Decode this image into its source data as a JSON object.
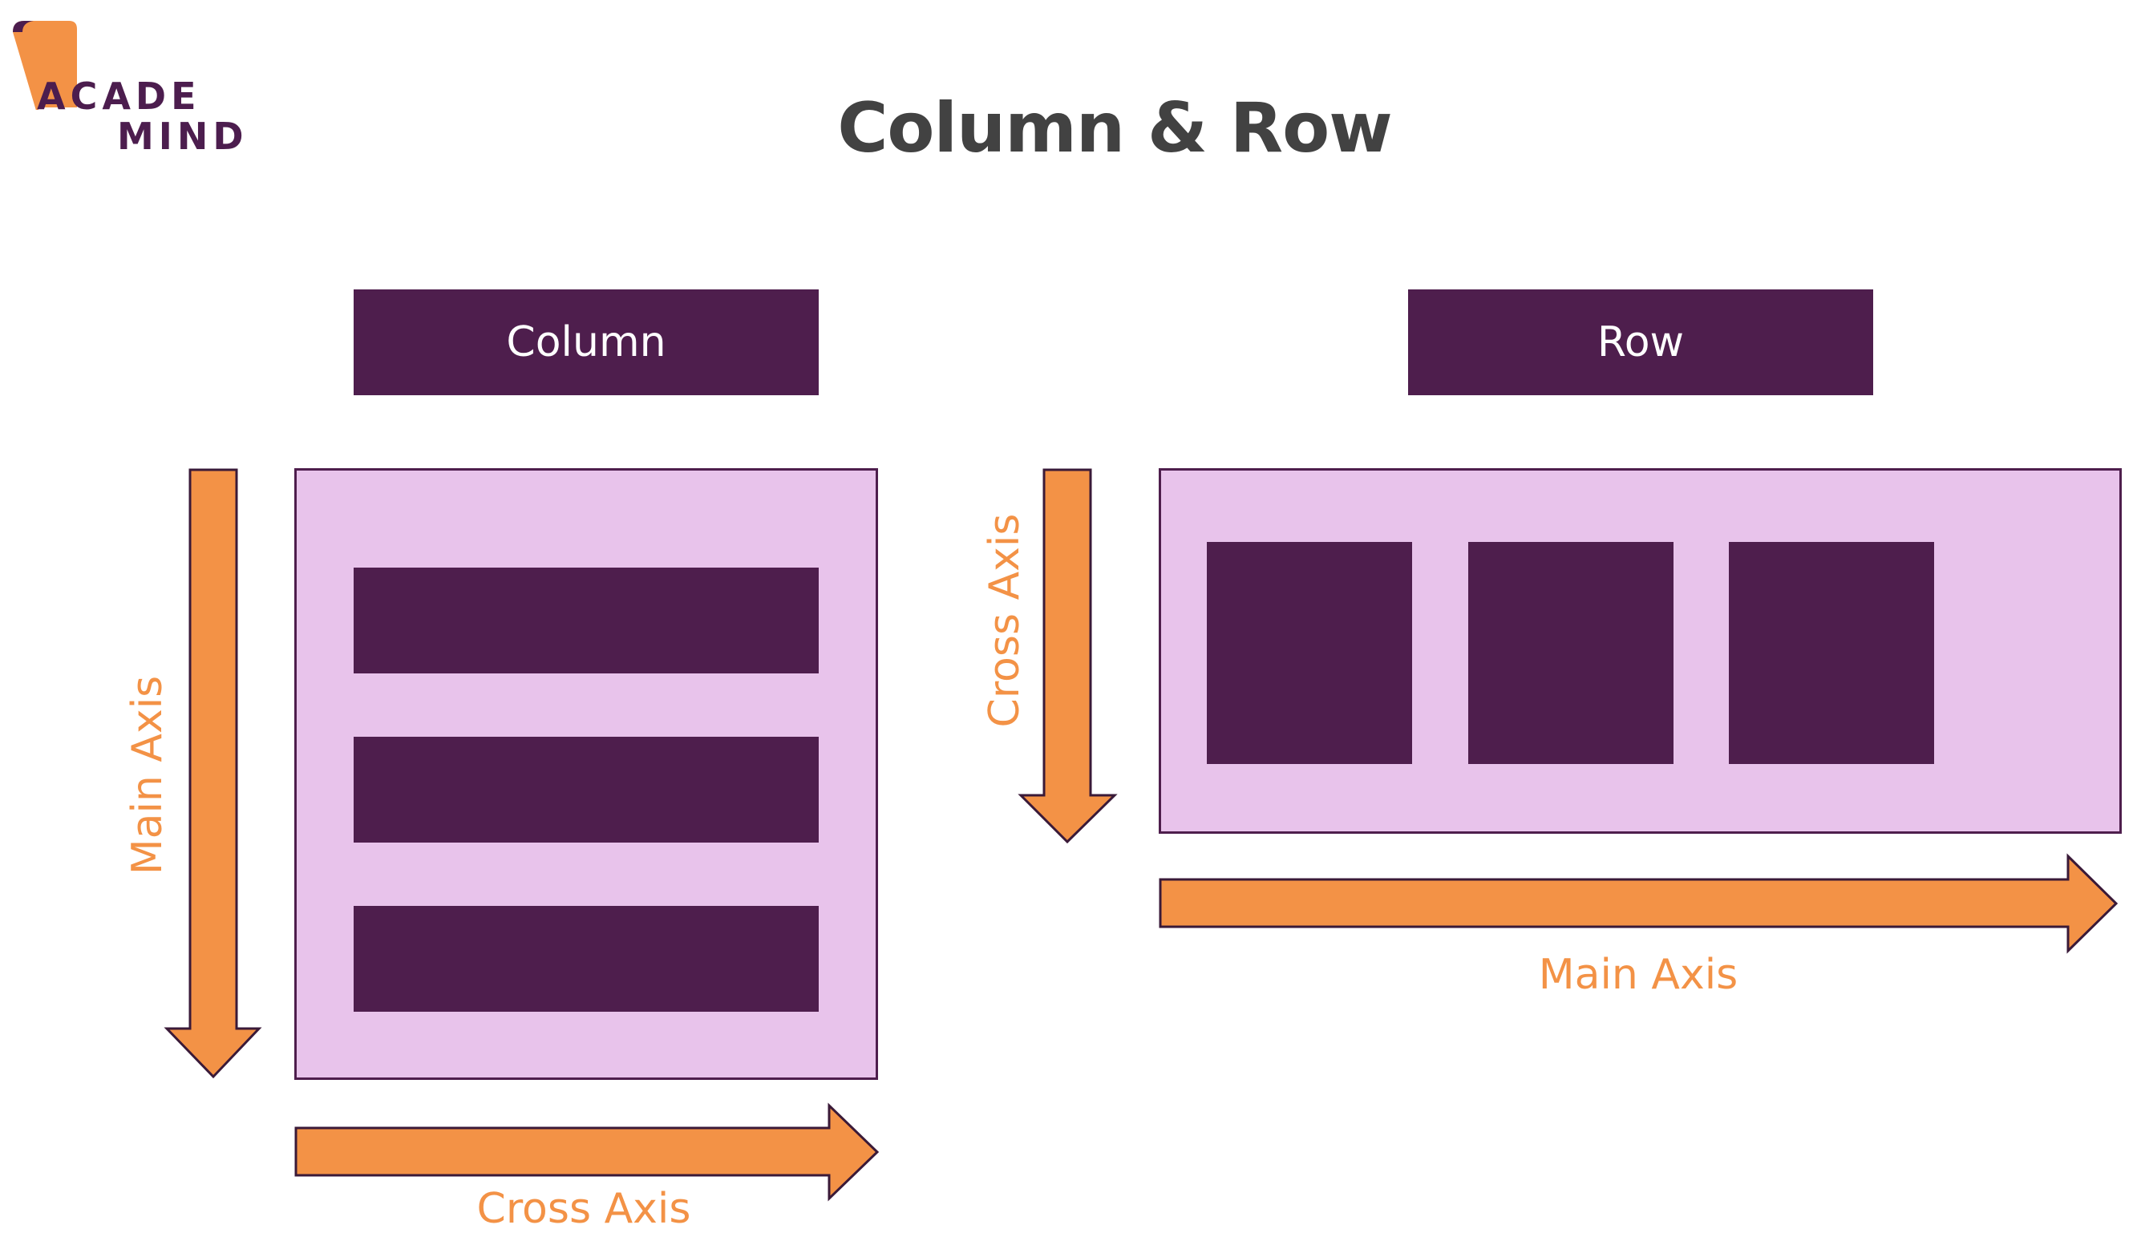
{
  "logo": {
    "line1": "ACADE",
    "line2": "MIND",
    "accent_color": "#f39246",
    "text_color": "#4c1d4e"
  },
  "title": "Column & Row",
  "column_panel": {
    "header_label": "Column",
    "main_axis_label": "Main Axis",
    "cross_axis_label": "Cross Axis",
    "children_count": 3
  },
  "row_panel": {
    "header_label": "Row",
    "main_axis_label": "Main Axis",
    "cross_axis_label": "Cross Axis",
    "children_count": 3
  },
  "colors": {
    "dark_purple": "#4e1e4d",
    "light_purple": "#e8c3eb",
    "orange": "#f39246",
    "title_gray": "#424242"
  }
}
